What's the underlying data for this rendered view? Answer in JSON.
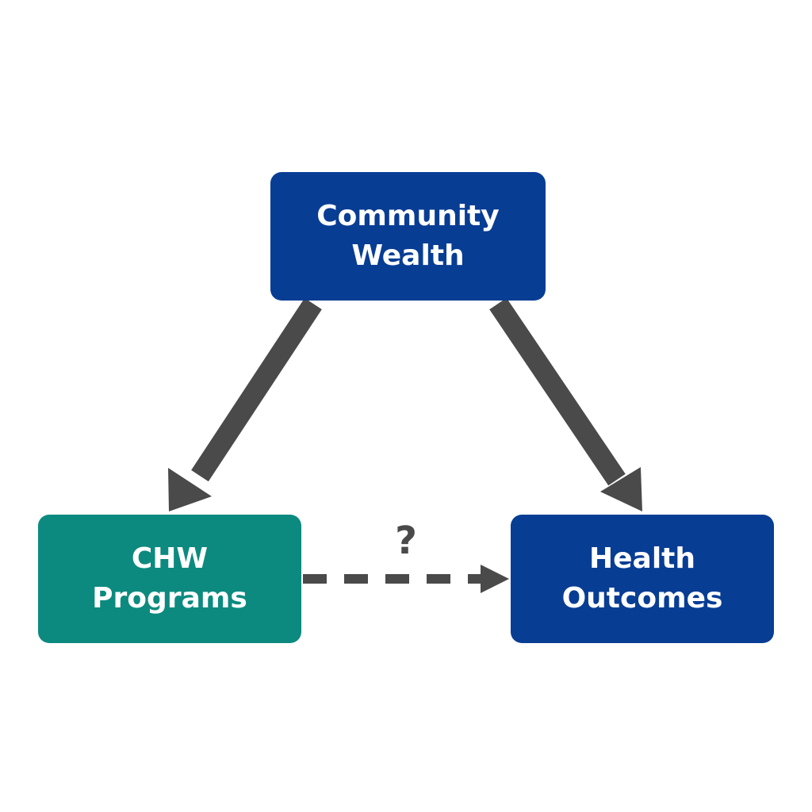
{
  "colors": {
    "blue_node": "#083d94",
    "teal_node": "#0d8a7f",
    "arrow": "#4a4a4a",
    "text": "#ffffff"
  },
  "nodes": {
    "community_wealth": {
      "line1": "Community",
      "line2": "Wealth"
    },
    "chw_programs": {
      "line1": "CHW",
      "line2": "Programs"
    },
    "health_outcomes": {
      "line1": "Health",
      "line2": "Outcomes"
    }
  },
  "edges": {
    "uncertain_label": "?"
  }
}
